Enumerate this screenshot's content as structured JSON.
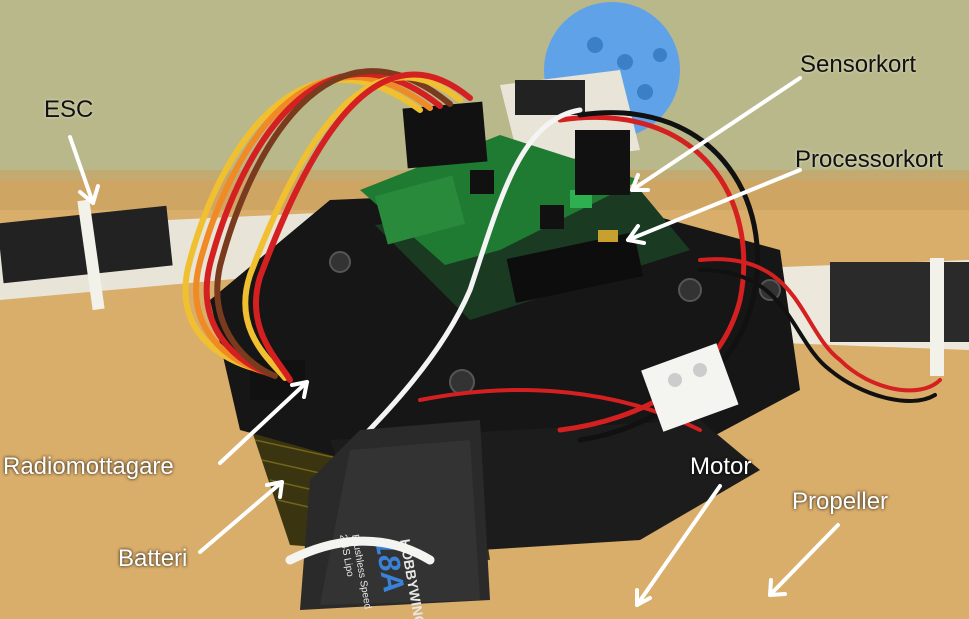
{
  "labels": {
    "esc": "ESC",
    "sensorkort": "Sensorkort",
    "processorkort": "Processorkort",
    "radiomottagare": "Radiomottagare",
    "batteri": "Batteri",
    "motor": "Motor",
    "propeller": "Propeller"
  },
  "esc_print": {
    "top_brand": "HOBBYWING",
    "amp": "18A",
    "spec_line1": "Brushless Speed",
    "spec_line2": "2-4S Lipo"
  },
  "colors": {
    "table": "#d9ad6a",
    "frame": "#161616",
    "pcb_green": "#1f7a32",
    "esc_body": "#2a2a2a",
    "wall_green": "#b9b88a",
    "ball_blue": "#5fa2e8",
    "arrow": "#ffffff",
    "wire_red": "#d42020",
    "wire_orange": "#f08a24",
    "wire_brown": "#7a3a1e",
    "wire_yellow": "#f0c030",
    "carbon": "#3a3410"
  }
}
